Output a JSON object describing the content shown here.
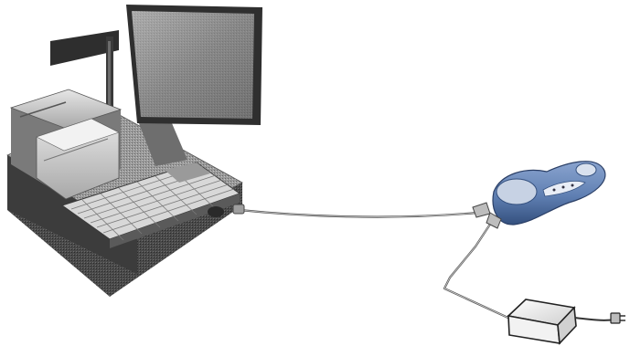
{
  "scene": {
    "background_color": "#ffffff",
    "components": [
      {
        "id": "pos-terminal",
        "icon": "pos-terminal-icon"
      },
      {
        "id": "barcode-scanner-cradle",
        "icon": "scanner-cradle-icon"
      },
      {
        "id": "power-adapter",
        "icon": "power-adapter-icon"
      }
    ],
    "connections": [
      {
        "from": "pos-terminal",
        "to": "barcode-scanner-cradle",
        "kind": "data-cable"
      },
      {
        "from": "barcode-scanner-cradle",
        "to": "power-adapter",
        "kind": "power-cable"
      }
    ],
    "colors": {
      "cradle_body": "#5f7fb2",
      "cradle_dark": "#34507e",
      "terminal_gray": "#8c8c8c",
      "terminal_dark": "#3f3f3f",
      "cable": "#555555"
    }
  }
}
